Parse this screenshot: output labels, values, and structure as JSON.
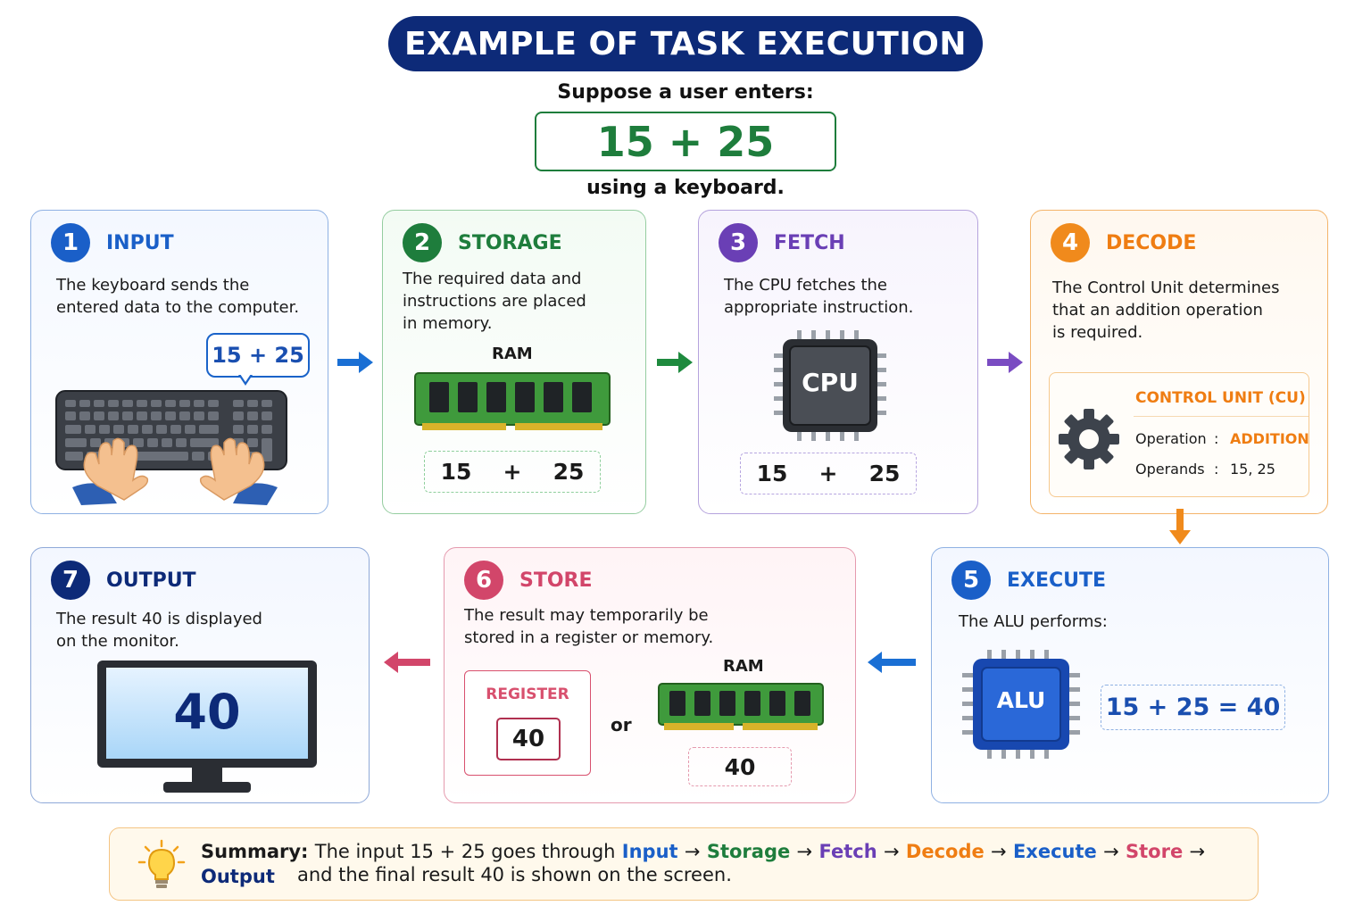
{
  "header": {
    "title": "EXAMPLE OF TASK EXECUTION",
    "intro_line1": "Suppose a user enters:",
    "expression": "15 + 25",
    "intro_line2": "using a keyboard."
  },
  "steps": {
    "input": {
      "number": "1",
      "title": "INPUT",
      "desc_line1": "The keyboard sends the",
      "desc_line2": "entered data to the computer.",
      "bubble": "15 + 25",
      "color": "#1a5fc8"
    },
    "storage": {
      "number": "2",
      "title": "STORAGE",
      "desc_line1": "The required data and",
      "desc_line2": "instructions are placed",
      "desc_line3": "in memory.",
      "ram_label": "RAM",
      "values": [
        "15",
        "+",
        "25"
      ],
      "color": "#1e7d3c"
    },
    "fetch": {
      "number": "3",
      "title": "FETCH",
      "desc_line1": "The CPU fetches the",
      "desc_line2": "appropriate instruction.",
      "chip_label": "CPU",
      "values": [
        "15",
        "+",
        "25"
      ],
      "color": "#6a3fb5"
    },
    "decode": {
      "number": "4",
      "title": "DECODE",
      "desc_line1": "The Control Unit determines",
      "desc_line2": "that an addition operation",
      "desc_line3": "is required.",
      "cu_title": "CONTROL UNIT (CU)",
      "operation_key": "Operation",
      "operation_value": "ADDITION",
      "operands_key": "Operands",
      "operands_value": "15, 25",
      "separator": ":",
      "color": "#ef7d12"
    },
    "execute": {
      "number": "5",
      "title": "EXECUTE",
      "desc_line1": "The ALU performs:",
      "chip_label": "ALU",
      "equation": "15 + 25 = 40",
      "color": "#1a5fc8"
    },
    "store": {
      "number": "6",
      "title": "STORE",
      "desc_line1": "The result may temporarily be",
      "desc_line2": "stored in a register or memory.",
      "register_label": "REGISTER",
      "register_value": "40",
      "or_text": "or",
      "ram_label": "RAM",
      "ram_value": "40",
      "color": "#d2466a"
    },
    "output": {
      "number": "7",
      "title": "OUTPUT",
      "desc_line1": "The result 40 is displayed",
      "desc_line2": "on the monitor.",
      "screen_value": "40",
      "color": "#0d2a78"
    }
  },
  "summary": {
    "label": "Summary:",
    "text_before": "The input 15 + 25 goes through",
    "flow": [
      "Input",
      "Storage",
      "Fetch",
      "Decode",
      "Execute",
      "Store",
      "Output"
    ],
    "arrow": "→",
    "line2": "and the final result 40 is shown on the screen."
  }
}
